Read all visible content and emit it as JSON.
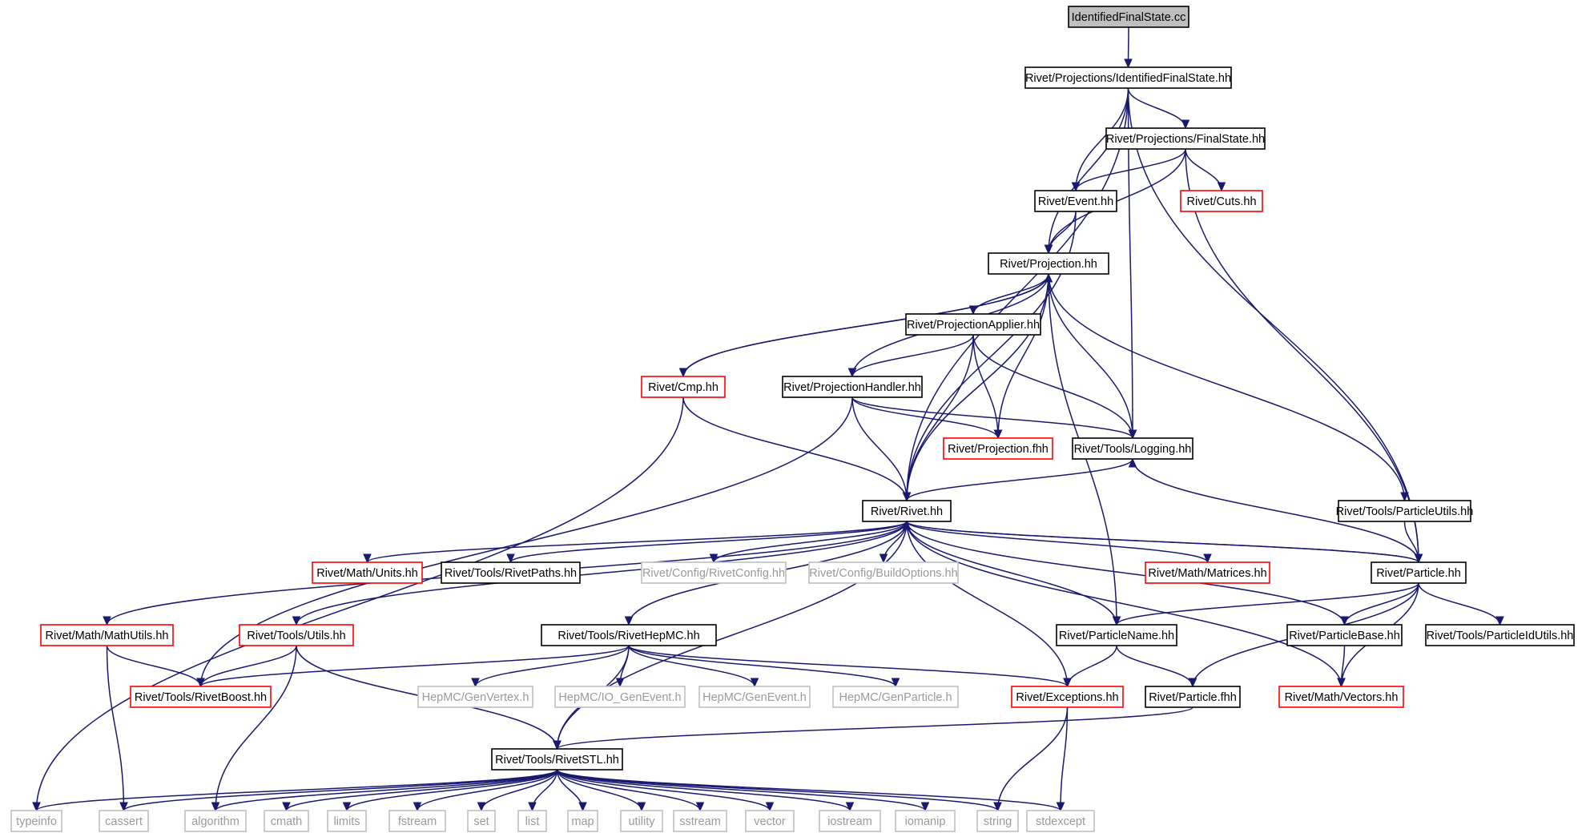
{
  "graph": {
    "colors": {
      "edge": "#191970",
      "border_normal": "#000000",
      "border_truncated": "#ff0000",
      "border_system": "#bfbfbf",
      "fill_root": "#bfbfbf",
      "fill_default": "#ffffff"
    },
    "nodes": [
      {
        "id": "n0",
        "label": "IdentifiedFinalState.cc",
        "kind": "root"
      },
      {
        "id": "n1",
        "label": "Rivet/Projections/IdentifiedFinalState.hh",
        "kind": "normal"
      },
      {
        "id": "n2",
        "label": "Rivet/Projections/FinalState.hh",
        "kind": "normal"
      },
      {
        "id": "n3",
        "label": "Rivet/Event.hh",
        "kind": "normal"
      },
      {
        "id": "n4",
        "label": "Rivet/Cuts.hh",
        "kind": "truncated"
      },
      {
        "id": "n5",
        "label": "Rivet/Projection.hh",
        "kind": "normal"
      },
      {
        "id": "n6",
        "label": "Rivet/ProjectionApplier.hh",
        "kind": "normal"
      },
      {
        "id": "n7",
        "label": "Rivet/Cmp.hh",
        "kind": "truncated"
      },
      {
        "id": "n8",
        "label": "Rivet/ProjectionHandler.hh",
        "kind": "normal"
      },
      {
        "id": "n9",
        "label": "Rivet/Projection.fhh",
        "kind": "truncated"
      },
      {
        "id": "n10",
        "label": "Rivet/Tools/Logging.hh",
        "kind": "normal"
      },
      {
        "id": "n11",
        "label": "Rivet/Rivet.hh",
        "kind": "normal"
      },
      {
        "id": "n12",
        "label": "Rivet/Tools/ParticleUtils.hh",
        "kind": "normal"
      },
      {
        "id": "n13",
        "label": "Rivet/Math/Units.hh",
        "kind": "truncated"
      },
      {
        "id": "n14",
        "label": "Rivet/Tools/RivetPaths.hh",
        "kind": "normal"
      },
      {
        "id": "n15",
        "label": "Rivet/Config/RivetConfig.hh",
        "kind": "system"
      },
      {
        "id": "n16",
        "label": "Rivet/Config/BuildOptions.hh",
        "kind": "system"
      },
      {
        "id": "n17",
        "label": "Rivet/Math/Matrices.hh",
        "kind": "truncated"
      },
      {
        "id": "n18",
        "label": "Rivet/Particle.hh",
        "kind": "normal"
      },
      {
        "id": "n19",
        "label": "Rivet/Math/MathUtils.hh",
        "kind": "truncated"
      },
      {
        "id": "n20",
        "label": "Rivet/Tools/Utils.hh",
        "kind": "truncated"
      },
      {
        "id": "n21",
        "label": "Rivet/Tools/RivetHepMC.hh",
        "kind": "normal"
      },
      {
        "id": "n22",
        "label": "Rivet/ParticleName.hh",
        "kind": "normal"
      },
      {
        "id": "n23",
        "label": "Rivet/ParticleBase.hh",
        "kind": "normal"
      },
      {
        "id": "n24",
        "label": "Rivet/Tools/ParticleIdUtils.hh",
        "kind": "normal"
      },
      {
        "id": "n25",
        "label": "Rivet/Tools/RivetBoost.hh",
        "kind": "truncated"
      },
      {
        "id": "n26",
        "label": "HepMC/GenVertex.h",
        "kind": "system"
      },
      {
        "id": "n27",
        "label": "HepMC/IO_GenEvent.h",
        "kind": "system"
      },
      {
        "id": "n28",
        "label": "HepMC/GenEvent.h",
        "kind": "system"
      },
      {
        "id": "n29",
        "label": "HepMC/GenParticle.h",
        "kind": "system"
      },
      {
        "id": "n30",
        "label": "Rivet/Exceptions.hh",
        "kind": "truncated"
      },
      {
        "id": "n31",
        "label": "Rivet/Particle.fhh",
        "kind": "normal"
      },
      {
        "id": "n32",
        "label": "Rivet/Math/Vectors.hh",
        "kind": "truncated"
      },
      {
        "id": "n33",
        "label": "Rivet/Tools/RivetSTL.hh",
        "kind": "normal"
      },
      {
        "id": "n34",
        "label": "typeinfo",
        "kind": "system"
      },
      {
        "id": "n35",
        "label": "cassert",
        "kind": "system"
      },
      {
        "id": "n36",
        "label": "algorithm",
        "kind": "system"
      },
      {
        "id": "n37",
        "label": "cmath",
        "kind": "system"
      },
      {
        "id": "n38",
        "label": "limits",
        "kind": "system"
      },
      {
        "id": "n39",
        "label": "fstream",
        "kind": "system"
      },
      {
        "id": "n40",
        "label": "set",
        "kind": "system"
      },
      {
        "id": "n41",
        "label": "list",
        "kind": "system"
      },
      {
        "id": "n42",
        "label": "map",
        "kind": "system"
      },
      {
        "id": "n43",
        "label": "utility",
        "kind": "system"
      },
      {
        "id": "n44",
        "label": "sstream",
        "kind": "system"
      },
      {
        "id": "n45",
        "label": "vector",
        "kind": "system"
      },
      {
        "id": "n46",
        "label": "iostream",
        "kind": "system"
      },
      {
        "id": "n47",
        "label": "iomanip",
        "kind": "system"
      },
      {
        "id": "n48",
        "label": "string",
        "kind": "system"
      },
      {
        "id": "n49",
        "label": "stdexcept",
        "kind": "system"
      }
    ],
    "edges": [
      {
        "from": "n0",
        "to": "n1"
      },
      {
        "from": "n1",
        "to": "n2"
      },
      {
        "from": "n1",
        "to": "n3"
      },
      {
        "from": "n1",
        "to": "n5"
      },
      {
        "from": "n1",
        "to": "n10"
      },
      {
        "from": "n1",
        "to": "n11"
      },
      {
        "from": "n1",
        "to": "n18"
      },
      {
        "from": "n2",
        "to": "n3"
      },
      {
        "from": "n2",
        "to": "n4"
      },
      {
        "from": "n2",
        "to": "n5"
      },
      {
        "from": "n2",
        "to": "n18"
      },
      {
        "from": "n3",
        "to": "n5"
      },
      {
        "from": "n3",
        "to": "n11"
      },
      {
        "from": "n5",
        "to": "n6"
      },
      {
        "from": "n5",
        "to": "n7"
      },
      {
        "from": "n5",
        "to": "n8"
      },
      {
        "from": "n5",
        "to": "n9"
      },
      {
        "from": "n5",
        "to": "n10"
      },
      {
        "from": "n5",
        "to": "n11"
      },
      {
        "from": "n5",
        "to": "n12"
      },
      {
        "from": "n5",
        "to": "n22"
      },
      {
        "from": "n6",
        "to": "n8"
      },
      {
        "from": "n6",
        "to": "n9"
      },
      {
        "from": "n6",
        "to": "n10"
      },
      {
        "from": "n6",
        "to": "n11"
      },
      {
        "from": "n7",
        "to": "n5"
      },
      {
        "from": "n7",
        "to": "n11"
      },
      {
        "from": "n7",
        "to": "n34"
      },
      {
        "from": "n8",
        "to": "n9"
      },
      {
        "from": "n8",
        "to": "n10"
      },
      {
        "from": "n8",
        "to": "n11"
      },
      {
        "from": "n8",
        "to": "n25"
      },
      {
        "from": "n10",
        "to": "n11"
      },
      {
        "from": "n11",
        "to": "n13"
      },
      {
        "from": "n11",
        "to": "n14"
      },
      {
        "from": "n11",
        "to": "n15"
      },
      {
        "from": "n11",
        "to": "n16"
      },
      {
        "from": "n11",
        "to": "n17"
      },
      {
        "from": "n11",
        "to": "n18"
      },
      {
        "from": "n11",
        "to": "n19"
      },
      {
        "from": "n11",
        "to": "n20"
      },
      {
        "from": "n11",
        "to": "n21"
      },
      {
        "from": "n11",
        "to": "n22"
      },
      {
        "from": "n11",
        "to": "n30"
      },
      {
        "from": "n11",
        "to": "n32"
      },
      {
        "from": "n11",
        "to": "n33"
      },
      {
        "from": "n12",
        "to": "n18"
      },
      {
        "from": "n18",
        "to": "n10"
      },
      {
        "from": "n18",
        "to": "n11"
      },
      {
        "from": "n18",
        "to": "n22"
      },
      {
        "from": "n18",
        "to": "n23"
      },
      {
        "from": "n18",
        "to": "n24"
      },
      {
        "from": "n18",
        "to": "n31"
      },
      {
        "from": "n18",
        "to": "n32"
      },
      {
        "from": "n19",
        "to": "n25"
      },
      {
        "from": "n19",
        "to": "n35"
      },
      {
        "from": "n20",
        "to": "n25"
      },
      {
        "from": "n20",
        "to": "n33"
      },
      {
        "from": "n20",
        "to": "n36"
      },
      {
        "from": "n21",
        "to": "n25"
      },
      {
        "from": "n21",
        "to": "n26"
      },
      {
        "from": "n21",
        "to": "n27"
      },
      {
        "from": "n21",
        "to": "n28"
      },
      {
        "from": "n21",
        "to": "n29"
      },
      {
        "from": "n21",
        "to": "n30"
      },
      {
        "from": "n21",
        "to": "n33"
      },
      {
        "from": "n22",
        "to": "n30"
      },
      {
        "from": "n22",
        "to": "n31"
      },
      {
        "from": "n23",
        "to": "n11"
      },
      {
        "from": "n23",
        "to": "n32"
      },
      {
        "from": "n30",
        "to": "n48"
      },
      {
        "from": "n30",
        "to": "n49"
      },
      {
        "from": "n31",
        "to": "n33"
      },
      {
        "from": "n33",
        "to": "n34"
      },
      {
        "from": "n33",
        "to": "n35"
      },
      {
        "from": "n33",
        "to": "n36"
      },
      {
        "from": "n33",
        "to": "n37"
      },
      {
        "from": "n33",
        "to": "n38"
      },
      {
        "from": "n33",
        "to": "n39"
      },
      {
        "from": "n33",
        "to": "n40"
      },
      {
        "from": "n33",
        "to": "n41"
      },
      {
        "from": "n33",
        "to": "n42"
      },
      {
        "from": "n33",
        "to": "n43"
      },
      {
        "from": "n33",
        "to": "n44"
      },
      {
        "from": "n33",
        "to": "n45"
      },
      {
        "from": "n33",
        "to": "n46"
      },
      {
        "from": "n33",
        "to": "n47"
      },
      {
        "from": "n33",
        "to": "n48"
      },
      {
        "from": "n33",
        "to": "n49"
      }
    ]
  }
}
